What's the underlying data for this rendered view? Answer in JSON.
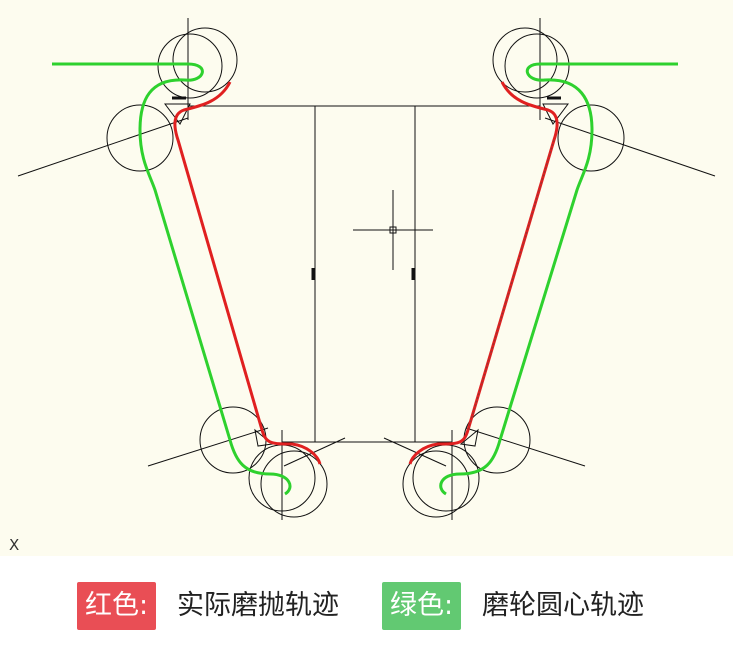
{
  "axis_marker": "X",
  "legend": {
    "red_label": "红色:",
    "red_text": "实际磨抛轨迹",
    "green_label": "绿色:",
    "green_text": "磨轮圆心轨迹"
  },
  "colors": {
    "background": "#fdfcef",
    "red_path": "#e02020",
    "green_path": "#2ed12e",
    "red_chip": "#e94e55",
    "green_chip": "#62c972",
    "outline": "#111111"
  }
}
